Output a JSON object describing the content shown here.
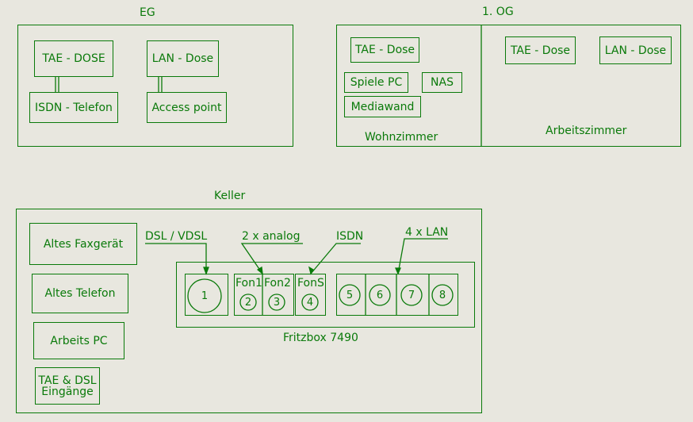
{
  "eg": {
    "title": "EG",
    "tae": "TAE - DOSE",
    "isdn": "ISDN - Telefon",
    "lan": "LAN - Dose",
    "ap": "Access point"
  },
  "og": {
    "title": "1. OG",
    "wohn": {
      "label": "Wohnzimmer",
      "tae": "TAE - Dose",
      "spiele": "Spiele PC",
      "nas": "NAS",
      "media": "Mediawand"
    },
    "arbeit": {
      "label": "Arbeitszimmer",
      "tae": "TAE - Dose",
      "lan": "LAN - Dose"
    }
  },
  "keller": {
    "title": "Keller",
    "fax": "Altes Faxgerät",
    "tel": "Altes Telefon",
    "pc": "Arbeits PC",
    "tae1": "TAE & DSL",
    "tae2": "Eingänge",
    "fritz": {
      "label": "Fritzbox 7490",
      "dsl": "DSL / VDSL",
      "analog": "2 x analog",
      "isdn": "ISDN",
      "lan": "4 x LAN",
      "fon1": "Fon1",
      "fon2": "Fon2",
      "fons": "FonS",
      "ports": [
        "1",
        "2",
        "3",
        "4",
        "5",
        "6",
        "7",
        "8"
      ]
    }
  },
  "colors": {
    "line": "#0a7a0a",
    "bg": "#e8e7df"
  }
}
